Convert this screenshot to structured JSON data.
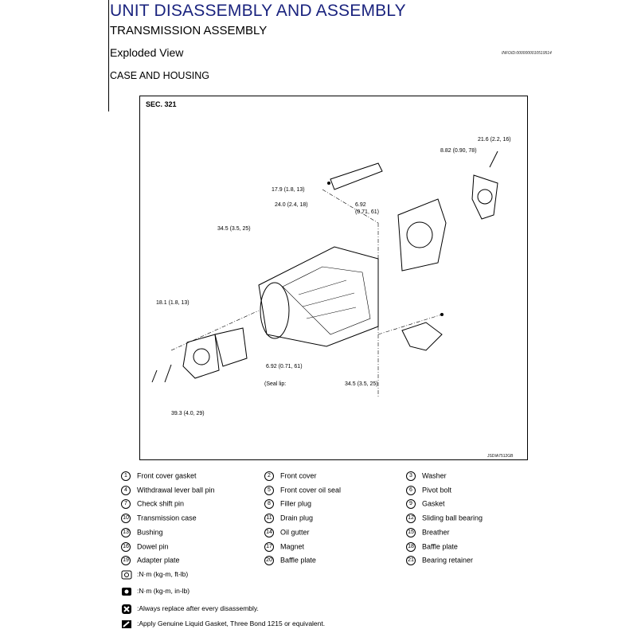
{
  "header": {
    "title": "UNIT DISASSEMBLY AND ASSEMBLY",
    "subtitle": "TRANSMISSION ASSEMBLY",
    "section": "Exploded View",
    "info_id": "INFOID:0000000010519514",
    "subsection": "CASE AND HOUSING"
  },
  "diagram": {
    "sec_label": "SEC. 321",
    "figure_id": "JSDIA7512GB",
    "callouts": {
      "c1": "21.6 (2.2, 16)",
      "c2": "8.82 (0.90, 78)",
      "c3": "17.9 (1.8, 13)",
      "c4": "24.0 (2.4, 18)",
      "c5": "6.92",
      "c6": "(0.71, 61)",
      "c7": "34.5 (3.5, 25)",
      "c8": "18.1 (1.8, 13)",
      "c9": "6.92 (0.71, 61)",
      "c10": "(Seal lip:",
      "c11": "34.5 (3.5, 25)",
      "c12": "39.3 (4.0, 29)"
    }
  },
  "legend": [
    {
      "num": "1",
      "label": "Front cover gasket"
    },
    {
      "num": "2",
      "label": "Front cover"
    },
    {
      "num": "3",
      "label": "Washer"
    },
    {
      "num": "4",
      "label": "Withdrawal lever ball pin"
    },
    {
      "num": "5",
      "label": "Front cover oil seal"
    },
    {
      "num": "6",
      "label": "Pivot bolt"
    },
    {
      "num": "7",
      "label": "Check shift pin"
    },
    {
      "num": "8",
      "label": "Filler plug"
    },
    {
      "num": "9",
      "label": "Gasket"
    },
    {
      "num": "10",
      "label": "Transmission case"
    },
    {
      "num": "11",
      "label": "Drain plug"
    },
    {
      "num": "12",
      "label": "Sliding ball bearing"
    },
    {
      "num": "13",
      "label": "Bushing"
    },
    {
      "num": "14",
      "label": "Oil gutter"
    },
    {
      "num": "15",
      "label": "Breather"
    },
    {
      "num": "16",
      "label": "Dowel pin"
    },
    {
      "num": "17",
      "label": "Magnet"
    },
    {
      "num": "18",
      "label": "Baffle plate"
    },
    {
      "num": "19",
      "label": "Adapter plate"
    },
    {
      "num": "20",
      "label": "Baffle plate"
    },
    {
      "num": "21",
      "label": "Bearing retainer"
    }
  ],
  "symbols": [
    {
      "icon": "torque-wrench-icon",
      "text": ":N·m (kg-m, ft-lb)"
    },
    {
      "icon": "torque-wrench-filled-icon",
      "text": ":N·m (kg-m, in-lb)"
    },
    {
      "icon": "replace-icon",
      "text": ":Always replace after every disassembly."
    },
    {
      "icon": "liquid-gasket-icon",
      "text": ":Apply Genuine Liquid Gasket, Three Bond 1215 or equivalent."
    }
  ]
}
